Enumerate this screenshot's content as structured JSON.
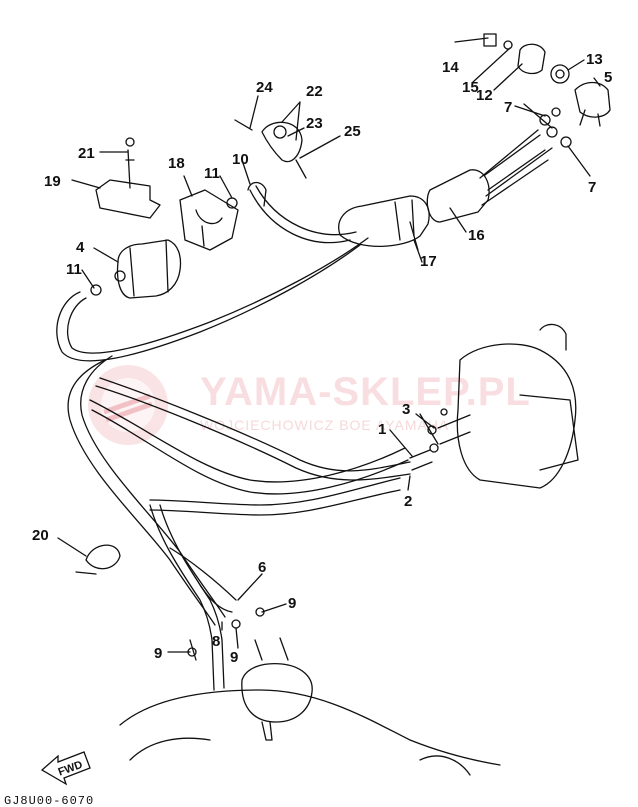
{
  "watermark": {
    "brand": "YAMA-SKLEP.PL",
    "tagline": "WOJCIECHOWICZ BOE AYAMAHA",
    "color": "#d94f5c"
  },
  "diagram_code": "GJ8U00-6070",
  "fwd_label": "FWD",
  "part_numbers": [
    "1",
    "2",
    "3",
    "4",
    "5",
    "6",
    "7",
    "7",
    "8",
    "9",
    "9",
    "9",
    "9",
    "10",
    "11",
    "11",
    "12",
    "13",
    "14",
    "15",
    "16",
    "17",
    "18",
    "19",
    "20",
    "21",
    "22",
    "23",
    "24",
    "25"
  ],
  "line_color": "#111111"
}
